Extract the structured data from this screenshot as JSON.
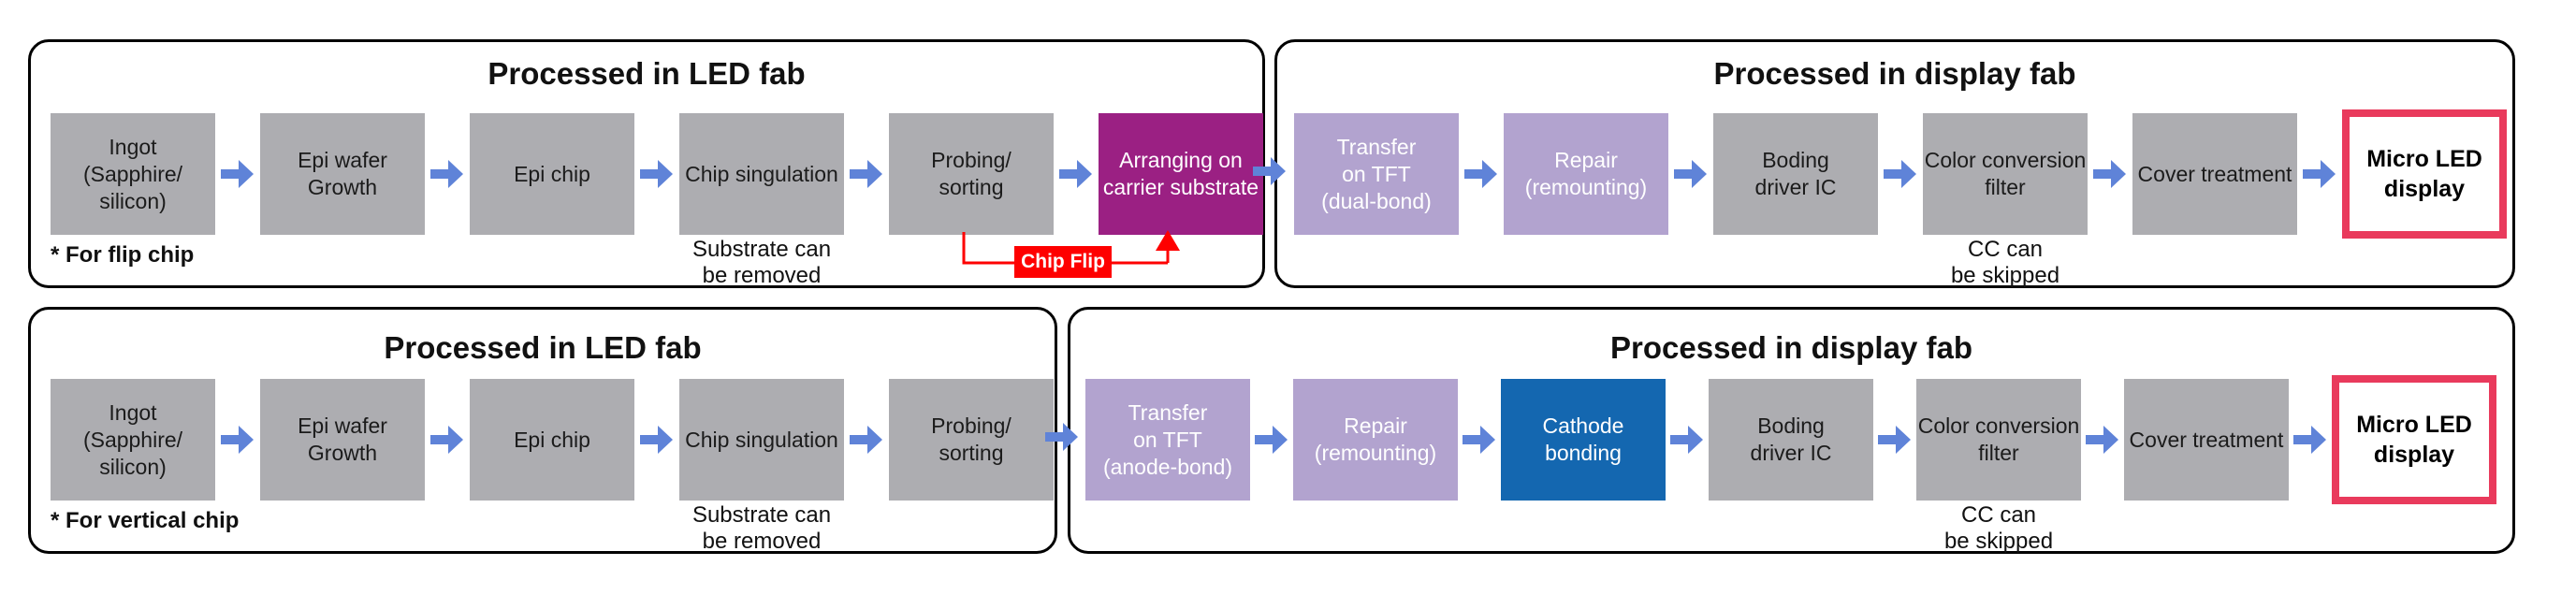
{
  "colors": {
    "box_gray": "#adadb1",
    "box_magenta": "#9b2083",
    "box_lavender": "#b2a3cf",
    "box_blue": "#1467b0",
    "flow_arrow_blue": "#5f83d8",
    "chip_flip_red": "#fe0000",
    "micro_led_outline_pink": "#e93a5c",
    "container_border": "#000000"
  },
  "chip_flip": {
    "label": "Chip Flip"
  },
  "rows": [
    {
      "variant": "flip chip",
      "led_fab": {
        "title": "Processed in LED fab",
        "footnote": "* For flip chip",
        "note": "Substrate can\nbe removed",
        "boxes": [
          {
            "label": "Ingot\n(Sapphire/\nsilicon)",
            "color": "gray"
          },
          {
            "label": "Epi wafer\nGrowth",
            "color": "gray"
          },
          {
            "label": "Epi chip",
            "color": "gray"
          },
          {
            "label": "Chip singulation",
            "color": "gray"
          },
          {
            "label": "Probing/\nsorting",
            "color": "gray"
          },
          {
            "label": "Arranging on\ncarrier substrate",
            "color": "magenta"
          }
        ]
      },
      "display_fab": {
        "title": "Processed in display fab",
        "note": "CC can\nbe skipped",
        "boxes": [
          {
            "label": "Transfer\non TFT\n(dual-bond)",
            "color": "lavender"
          },
          {
            "label": "Repair\n(remounting)",
            "color": "lavender"
          },
          {
            "label": "Boding\ndriver IC",
            "color": "gray"
          },
          {
            "label": "Color conversion\nfilter",
            "color": "gray"
          },
          {
            "label": "Cover treatment",
            "color": "gray"
          },
          {
            "label": "Micro LED\ndisplay",
            "color": "outline"
          }
        ]
      }
    },
    {
      "variant": "vertical chip",
      "led_fab": {
        "title": "Processed in LED fab",
        "footnote": "* For vertical chip",
        "note": "Substrate can\nbe removed",
        "boxes": [
          {
            "label": "Ingot\n(Sapphire/\nsilicon)",
            "color": "gray"
          },
          {
            "label": "Epi wafer\nGrowth",
            "color": "gray"
          },
          {
            "label": "Epi chip",
            "color": "gray"
          },
          {
            "label": "Chip singulation",
            "color": "gray"
          },
          {
            "label": "Probing/\nsorting",
            "color": "gray"
          }
        ]
      },
      "display_fab": {
        "title": "Processed in display fab",
        "note": "CC can\nbe skipped",
        "boxes": [
          {
            "label": "Transfer\non TFT\n(anode-bond)",
            "color": "lavender"
          },
          {
            "label": "Repair\n(remounting)",
            "color": "lavender"
          },
          {
            "label": "Cathode\nbonding",
            "color": "blue"
          },
          {
            "label": "Boding\ndriver IC",
            "color": "gray"
          },
          {
            "label": "Color conversion\nfilter",
            "color": "gray"
          },
          {
            "label": "Cover treatment",
            "color": "gray"
          },
          {
            "label": "Micro LED\ndisplay",
            "color": "outline"
          }
        ]
      }
    }
  ]
}
